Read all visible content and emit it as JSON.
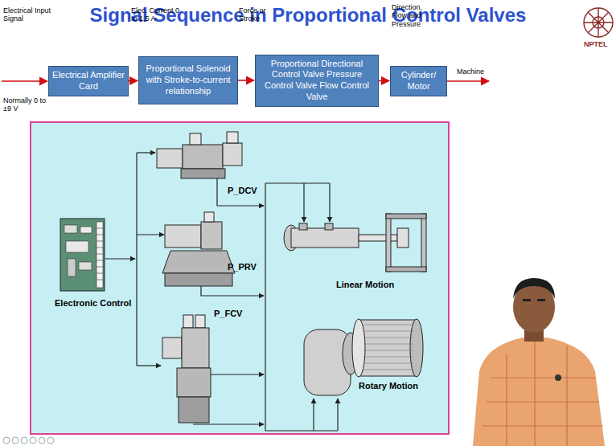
{
  "diagram": {
    "title": "Signal Sequence in Proportional Control Valves",
    "nodes": [
      {
        "text": [
          "Electrical Amplifier Card"
        ]
      },
      {
        "text": [
          "Proportional Solenoid with Stroke-to-current relationship"
        ]
      },
      {
        "text": [
          "Proportional Directional Control Valve Pressure Control Valve Flow Control Valve"
        ]
      },
      {
        "text": [
          "Cylinder/ Motor"
        ]
      }
    ],
    "edges": [
      {
        "from": 0,
        "to": 1,
        "arrow": "to",
        "label": "Elec. Current 0 to 1.5 A"
      },
      {
        "from": 1,
        "to": 2,
        "arrow": "to",
        "label": "Force or Stroke"
      },
      {
        "from": 2,
        "to": 3,
        "arrow": "to",
        "label": "Direction, Flow and Pressure"
      }
    ],
    "labels": [
      "Electrical Input Signal",
      "Normally 0 to ±9 V",
      "Machine",
      "NPTEL",
      "P_DCV",
      "P_PRV",
      "P_FCV",
      "Linear Motion",
      "Electronic Control",
      "Rotary Motion"
    ]
  }
}
